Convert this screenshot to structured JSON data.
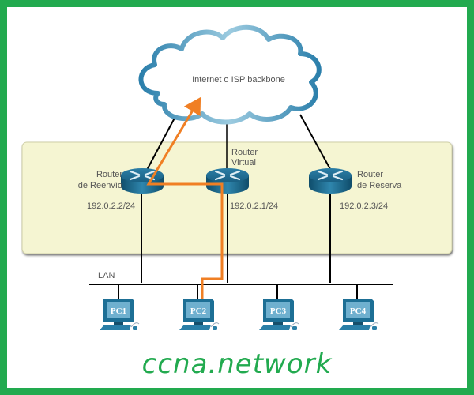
{
  "diagram": {
    "cloud": {
      "label": "Internet o ISP backbone"
    },
    "routers": [
      {
        "id": "forwarding",
        "name_line1": "Router",
        "name_line2": "de Reenvío",
        "ip": "192.0.2.2/24"
      },
      {
        "id": "virtual",
        "name_line1": "Router",
        "name_line2": "Virtual",
        "ip": "192.0.2.1/24"
      },
      {
        "id": "standby",
        "name_line1": "Router",
        "name_line2": "de Reserva",
        "ip": "192.0.2.3/24"
      }
    ],
    "lan": {
      "label": "LAN"
    },
    "pcs": [
      {
        "label": "PC1"
      },
      {
        "label": "PC2"
      },
      {
        "label": "PC3"
      },
      {
        "label": "PC4"
      }
    ],
    "colors": {
      "frame": "#22aa4f",
      "panel": "#f5f5d2",
      "traffic_path": "#f07f24",
      "device": "#1f6f93"
    }
  },
  "watermark": {
    "text": "ccna.network"
  }
}
